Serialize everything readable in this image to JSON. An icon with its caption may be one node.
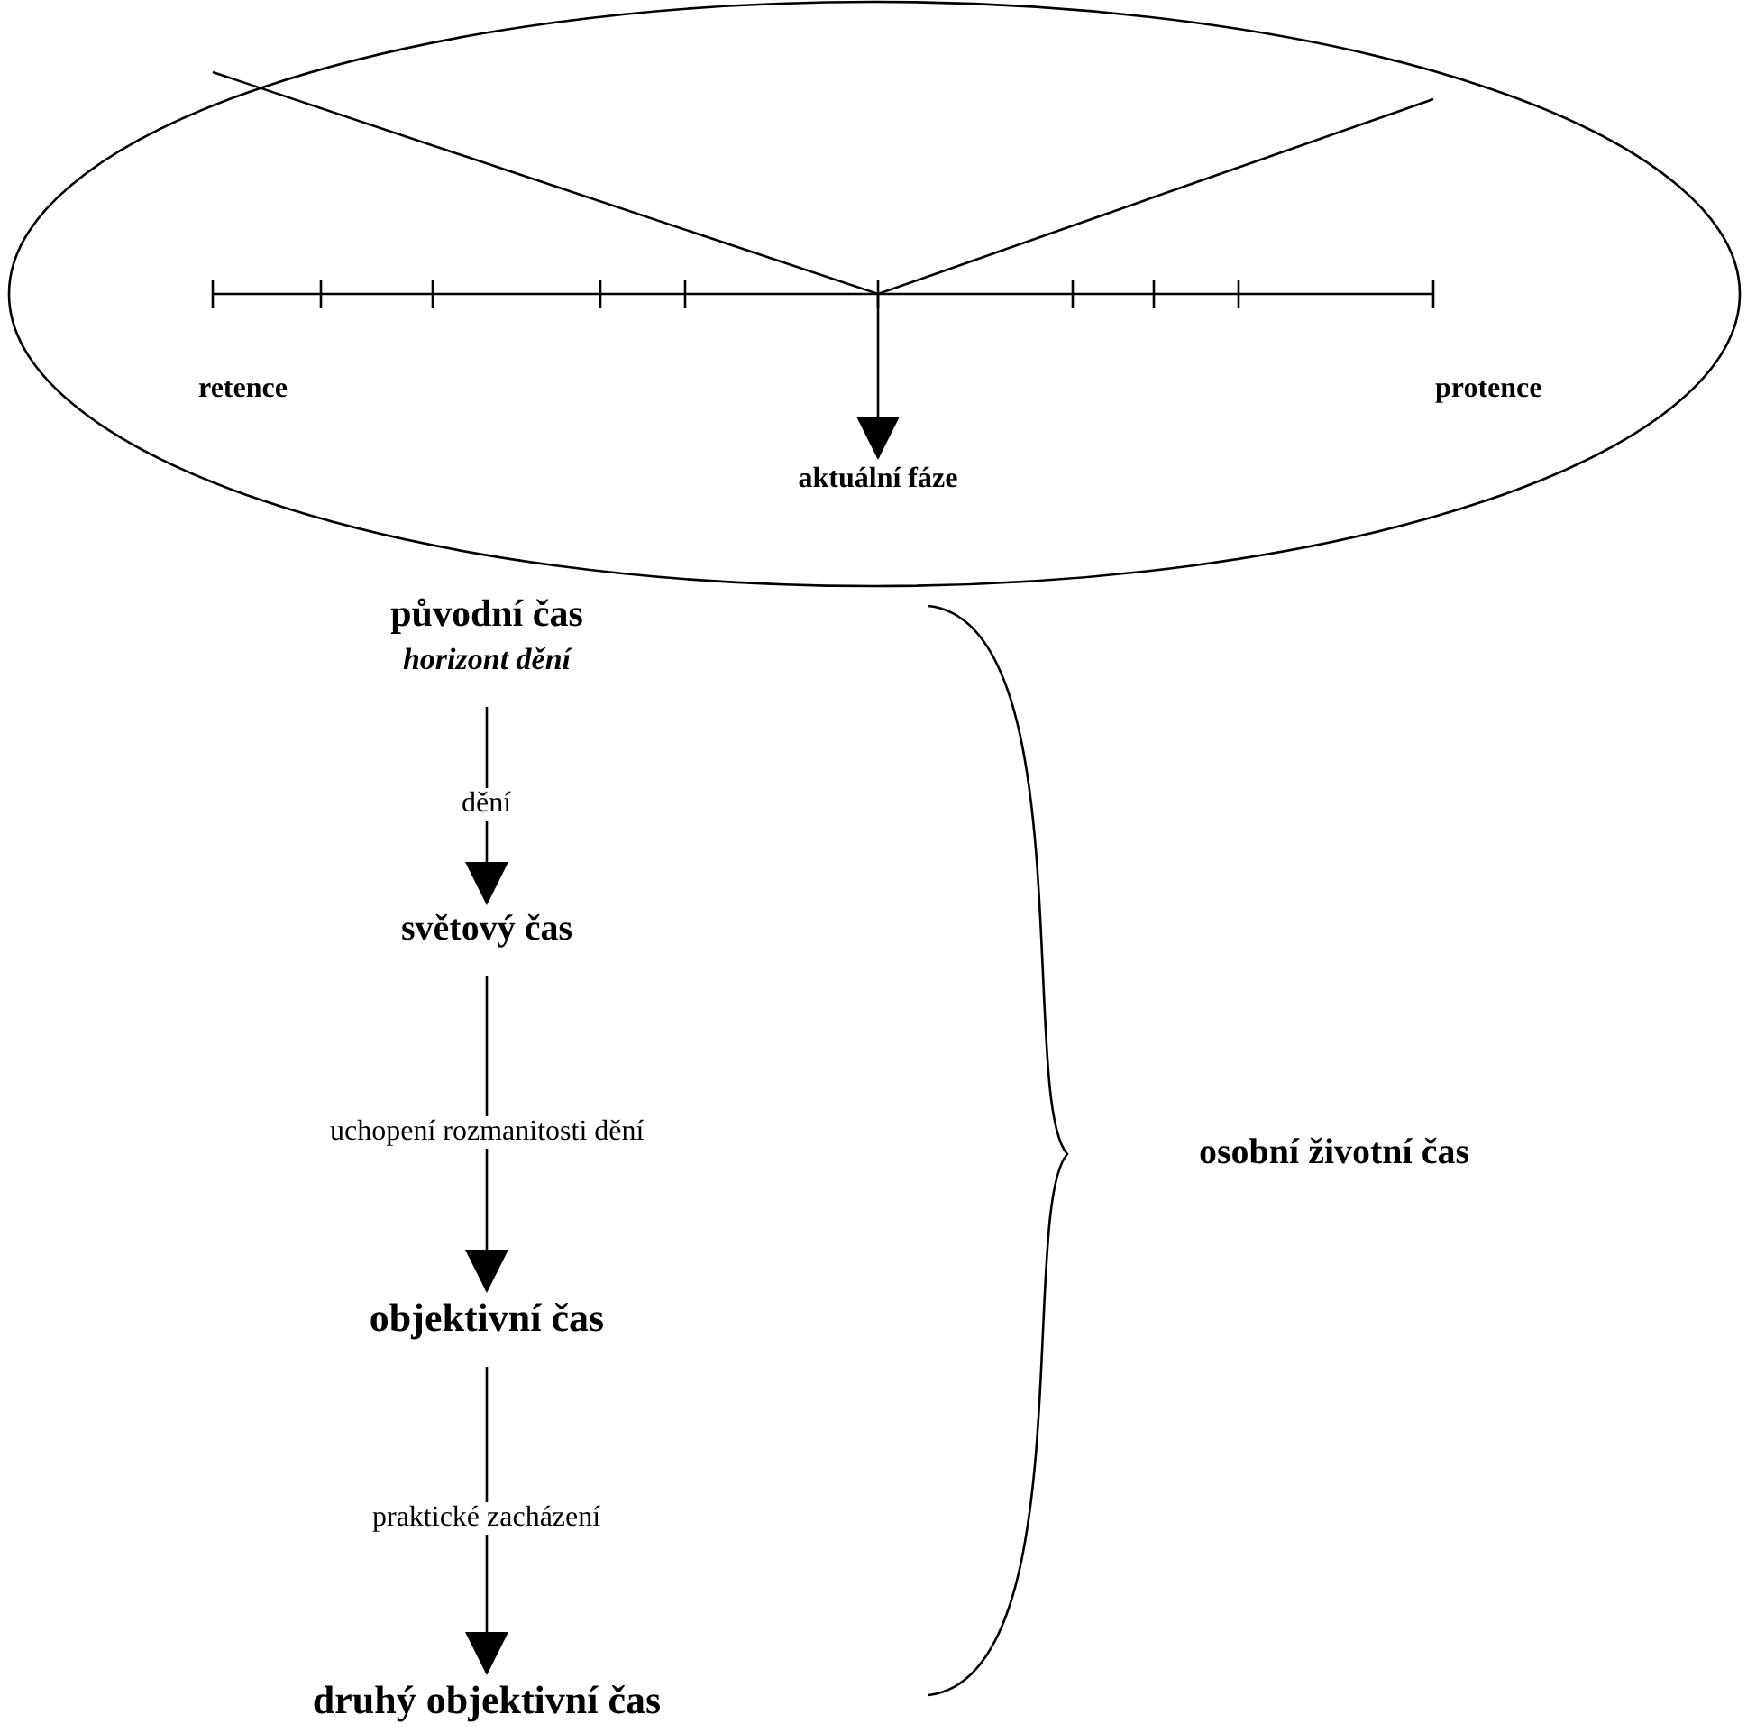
{
  "diagram": {
    "nodes": [
      {
        "text": [],
        "shape": "ellipse"
      },
      {
        "text": [],
        "shape": "bar",
        "in": 0
      },
      {
        "text": [
          "aktuální fáze"
        ],
        "in": 0
      },
      {
        "text": [
          "původní čas",
          "horizont dění"
        ]
      },
      {
        "text": [
          "světový čas"
        ]
      },
      {
        "text": [
          "objektivní čas"
        ]
      },
      {
        "text": [
          "druhý objektivní čas"
        ]
      },
      {
        "text": [
          "osobní životní čas"
        ]
      }
    ],
    "edges": [
      {
        "from": 1,
        "to": 2,
        "arrow": "to"
      },
      {
        "from": 3,
        "to": 4,
        "arrow": "to",
        "label": "dění"
      },
      {
        "from": 4,
        "to": 5,
        "arrow": "to",
        "label": "uchopení rozmanitosti dění"
      },
      {
        "from": 5,
        "to": 6,
        "arrow": "to",
        "label": "praktické zacházení"
      }
    ],
    "labels": [
      "retence",
      "protence"
    ]
  }
}
